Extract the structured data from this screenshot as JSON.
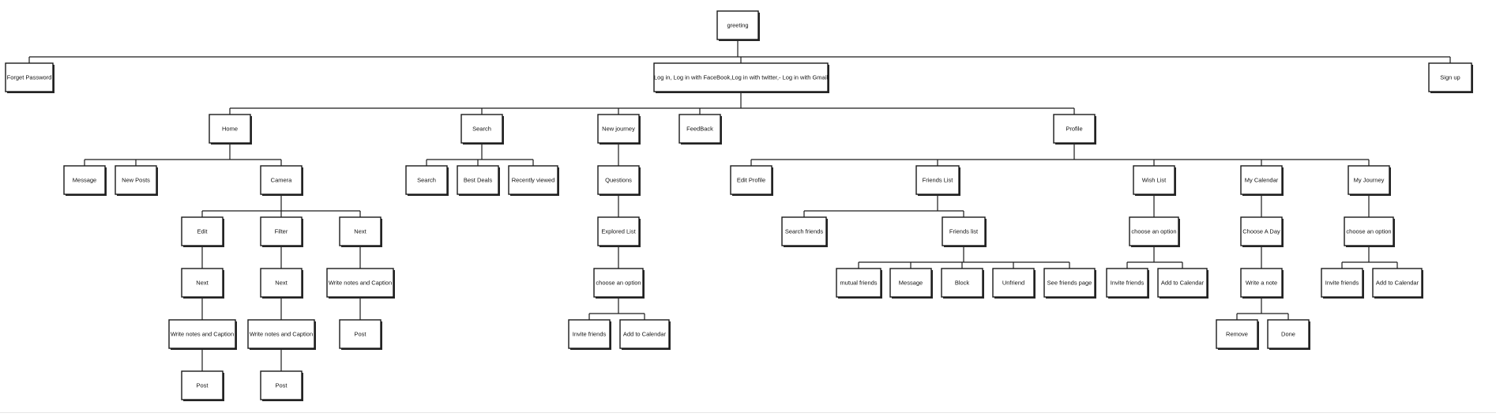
{
  "title": "",
  "nodes": [
    {
      "id": "greeting",
      "label": "greeting"
    },
    {
      "id": "forget",
      "label": "Forget Password"
    },
    {
      "id": "login",
      "label": "Log in, Log in with FaceBook,Log in with twitter,- Log in with Gmail"
    },
    {
      "id": "signup",
      "label": "Sign up"
    },
    {
      "id": "home",
      "label": "Home"
    },
    {
      "id": "search",
      "label": "Search"
    },
    {
      "id": "newjourney",
      "label": "New journey"
    },
    {
      "id": "feedback",
      "label": "FeedBack"
    },
    {
      "id": "profile",
      "label": "Profile"
    },
    {
      "id": "message",
      "label": "Message"
    },
    {
      "id": "newposts",
      "label": "New Posts"
    },
    {
      "id": "camera",
      "label": "Camera"
    },
    {
      "id": "edit",
      "label": "Edit"
    },
    {
      "id": "filter",
      "label": "Filter"
    },
    {
      "id": "next3",
      "label": "Next"
    },
    {
      "id": "next1",
      "label": "Next"
    },
    {
      "id": "next2",
      "label": "Next"
    },
    {
      "id": "wnc3",
      "label": "Write notes and Caption"
    },
    {
      "id": "wnc1",
      "label": "Write notes and Caption"
    },
    {
      "id": "wnc2",
      "label": "Write notes and Caption"
    },
    {
      "id": "post3",
      "label": "Post"
    },
    {
      "id": "post1",
      "label": "Post"
    },
    {
      "id": "post2",
      "label": "Post"
    },
    {
      "id": "search2",
      "label": "Search"
    },
    {
      "id": "bestdeals",
      "label": "Best Deals"
    },
    {
      "id": "recent",
      "label": "Recently viewed"
    },
    {
      "id": "questions",
      "label": "Questions"
    },
    {
      "id": "explored",
      "label": "Explored List"
    },
    {
      "id": "choose_nj",
      "label": "choose an option"
    },
    {
      "id": "invite_nj",
      "label": "Invite friends"
    },
    {
      "id": "addcal_nj",
      "label": "Add to Calendar"
    },
    {
      "id": "editprofile",
      "label": "Edit Profile"
    },
    {
      "id": "friendsList",
      "label": "Friends List"
    },
    {
      "id": "wishlist",
      "label": "Wish List"
    },
    {
      "id": "mycalendar",
      "label": "My Calendar"
    },
    {
      "id": "myjourney",
      "label": "My Journey"
    },
    {
      "id": "searchfriends",
      "label": "Search friends"
    },
    {
      "id": "friendslist2",
      "label": "Friends list"
    },
    {
      "id": "mutual",
      "label": "mutual friends"
    },
    {
      "id": "message2",
      "label": "Message"
    },
    {
      "id": "block",
      "label": "Block"
    },
    {
      "id": "unfriend",
      "label": "Unfriend"
    },
    {
      "id": "seefriends",
      "label": "See friends page"
    },
    {
      "id": "choose_wl",
      "label": "choose an option"
    },
    {
      "id": "invite_wl",
      "label": "Invite friends"
    },
    {
      "id": "addcal_wl",
      "label": "Add to Calendar"
    },
    {
      "id": "chooseday",
      "label": "Choose A Day"
    },
    {
      "id": "writenote",
      "label": "Write a note"
    },
    {
      "id": "remove",
      "label": "Remove"
    },
    {
      "id": "done",
      "label": "Done"
    },
    {
      "id": "choose_mj",
      "label": "choose an option"
    },
    {
      "id": "invite_mj",
      "label": "Invite friends"
    },
    {
      "id": "addcal_mj",
      "label": "Add to Calendar"
    }
  ],
  "edges": [
    [
      "greeting",
      "forget"
    ],
    [
      "greeting",
      "login"
    ],
    [
      "greeting",
      "signup"
    ],
    [
      "login",
      "home"
    ],
    [
      "login",
      "search"
    ],
    [
      "login",
      "newjourney"
    ],
    [
      "login",
      "feedback"
    ],
    [
      "login",
      "profile"
    ],
    [
      "home",
      "message"
    ],
    [
      "home",
      "newposts"
    ],
    [
      "home",
      "camera"
    ],
    [
      "camera",
      "edit"
    ],
    [
      "camera",
      "filter"
    ],
    [
      "camera",
      "next3"
    ],
    [
      "edit",
      "next1"
    ],
    [
      "next1",
      "wnc1"
    ],
    [
      "wnc1",
      "post1"
    ],
    [
      "filter",
      "next2"
    ],
    [
      "next2",
      "wnc2"
    ],
    [
      "wnc2",
      "post2"
    ],
    [
      "next3",
      "wnc3"
    ],
    [
      "wnc3",
      "post3"
    ],
    [
      "search",
      "search2"
    ],
    [
      "search",
      "bestdeals"
    ],
    [
      "search",
      "recent"
    ],
    [
      "newjourney",
      "questions"
    ],
    [
      "questions",
      "explored"
    ],
    [
      "explored",
      "choose_nj"
    ],
    [
      "choose_nj",
      "invite_nj"
    ],
    [
      "choose_nj",
      "addcal_nj"
    ],
    [
      "profile",
      "editprofile"
    ],
    [
      "profile",
      "friendsList"
    ],
    [
      "profile",
      "wishlist"
    ],
    [
      "profile",
      "mycalendar"
    ],
    [
      "profile",
      "myjourney"
    ],
    [
      "friendsList",
      "searchfriends"
    ],
    [
      "friendsList",
      "friendslist2"
    ],
    [
      "friendslist2",
      "mutual"
    ],
    [
      "friendslist2",
      "message2"
    ],
    [
      "friendslist2",
      "block"
    ],
    [
      "friendslist2",
      "unfriend"
    ],
    [
      "friendslist2",
      "seefriends"
    ],
    [
      "wishlist",
      "choose_wl"
    ],
    [
      "choose_wl",
      "invite_wl"
    ],
    [
      "choose_wl",
      "addcal_wl"
    ],
    [
      "mycalendar",
      "chooseday"
    ],
    [
      "chooseday",
      "writenote"
    ],
    [
      "writenote",
      "remove"
    ],
    [
      "writenote",
      "done"
    ],
    [
      "myjourney",
      "choose_mj"
    ],
    [
      "choose_mj",
      "invite_mj"
    ],
    [
      "choose_mj",
      "addcal_mj"
    ]
  ]
}
